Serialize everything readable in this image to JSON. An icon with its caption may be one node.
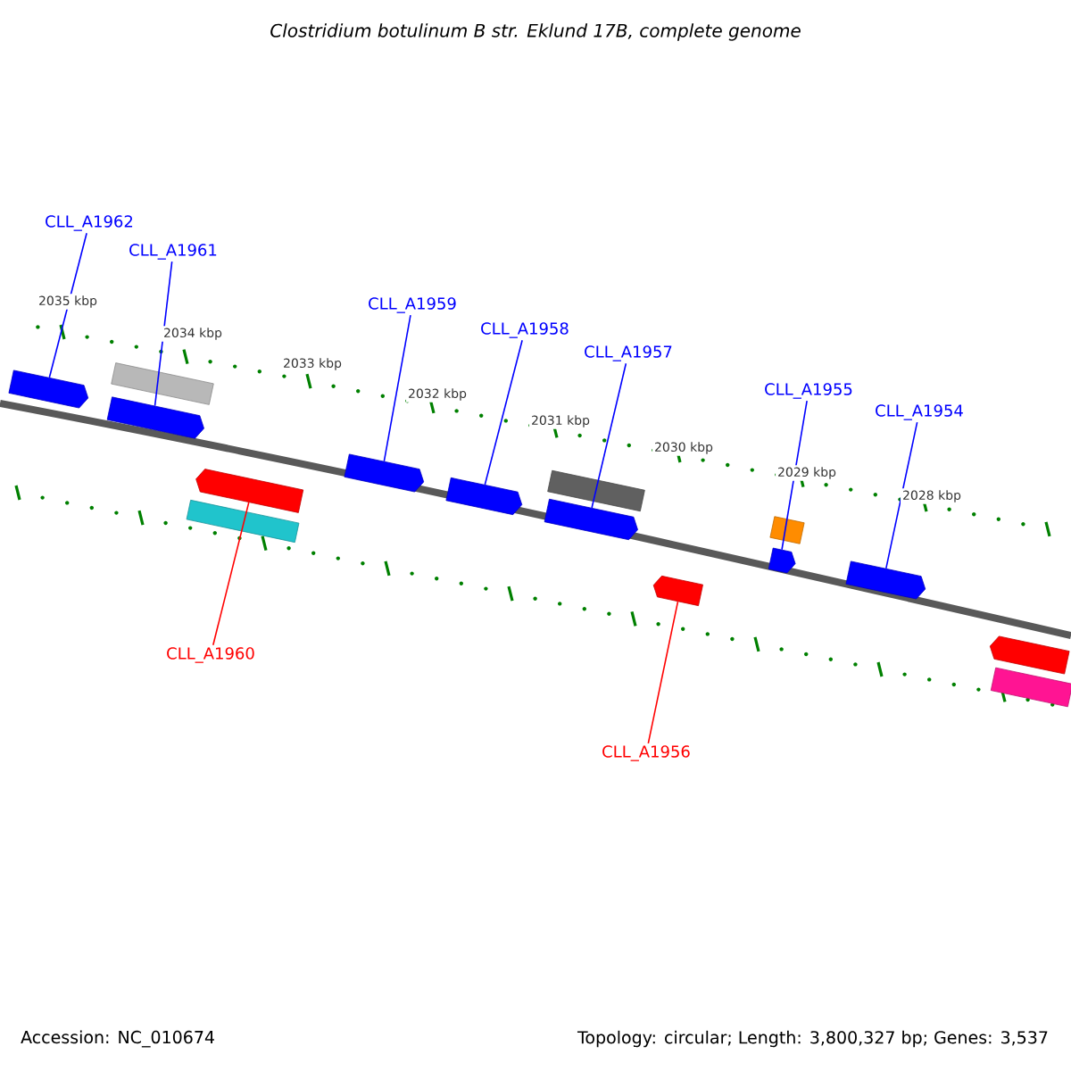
{
  "diagram": {
    "title": "Clostridium botulinum B str. Eklund 17B, complete genome",
    "nodes": [
      {
        "text": [
          "CLL_A1962"
        ]
      },
      {
        "text": [
          "CLL_A1961"
        ]
      },
      {
        "text": [
          "CLL_A1959"
        ]
      },
      {
        "text": [
          "CLL_A1958"
        ]
      },
      {
        "text": [
          "CLL_A1957"
        ]
      },
      {
        "text": [
          "CLL_A1955"
        ]
      },
      {
        "text": [
          "CLL_A1954"
        ]
      },
      {
        "text": [
          "CLL_A1960"
        ]
      },
      {
        "text": [
          "CLL_A1956"
        ]
      },
      {
        "text": [],
        "shape": "pentagon"
      },
      {
        "text": [],
        "shape": "bar"
      },
      {
        "text": [],
        "shape": "pentagon"
      },
      {
        "text": [],
        "shape": "pentagon"
      },
      {
        "text": [],
        "shape": "bar"
      },
      {
        "text": [],
        "shape": "pentagon"
      },
      {
        "text": [],
        "shape": "pentagon"
      },
      {
        "text": [],
        "shape": "bar"
      },
      {
        "text": [],
        "shape": "pentagon"
      },
      {
        "text": [],
        "shape": "pentagon"
      },
      {
        "text": [],
        "shape": "bar"
      },
      {
        "text": [],
        "shape": "pentagon"
      },
      {
        "text": [],
        "shape": "pentagon"
      },
      {
        "text": [],
        "shape": "pentagon"
      },
      {
        "text": [],
        "shape": "bar"
      }
    ],
    "edges": [
      {
        "from": 0,
        "to": 9,
        "arrow": "none"
      },
      {
        "from": 1,
        "to": 11,
        "arrow": "none"
      },
      {
        "from": 2,
        "to": 14,
        "arrow": "none"
      },
      {
        "from": 3,
        "to": 15,
        "arrow": "none"
      },
      {
        "from": 4,
        "to": 17,
        "arrow": "none"
      },
      {
        "from": 5,
        "to": 20,
        "arrow": "none"
      },
      {
        "from": 6,
        "to": 21,
        "arrow": "none"
      },
      {
        "from": 7,
        "to": 12,
        "arrow": "none",
        "color": "#ff0000"
      },
      {
        "from": 8,
        "to": 18,
        "arrow": "none",
        "color": "#ff0000"
      }
    ],
    "labels": [
      "2035 kbp",
      "2034 kbp",
      "2033 kbp",
      "2032 kbp",
      "2031 kbp",
      "2030 kbp",
      "2029 kbp",
      "2028 kbp",
      "Accession: NC_010674",
      "Topology: circular; Length: 3,800,327 bp; Genes: 3,537"
    ]
  }
}
